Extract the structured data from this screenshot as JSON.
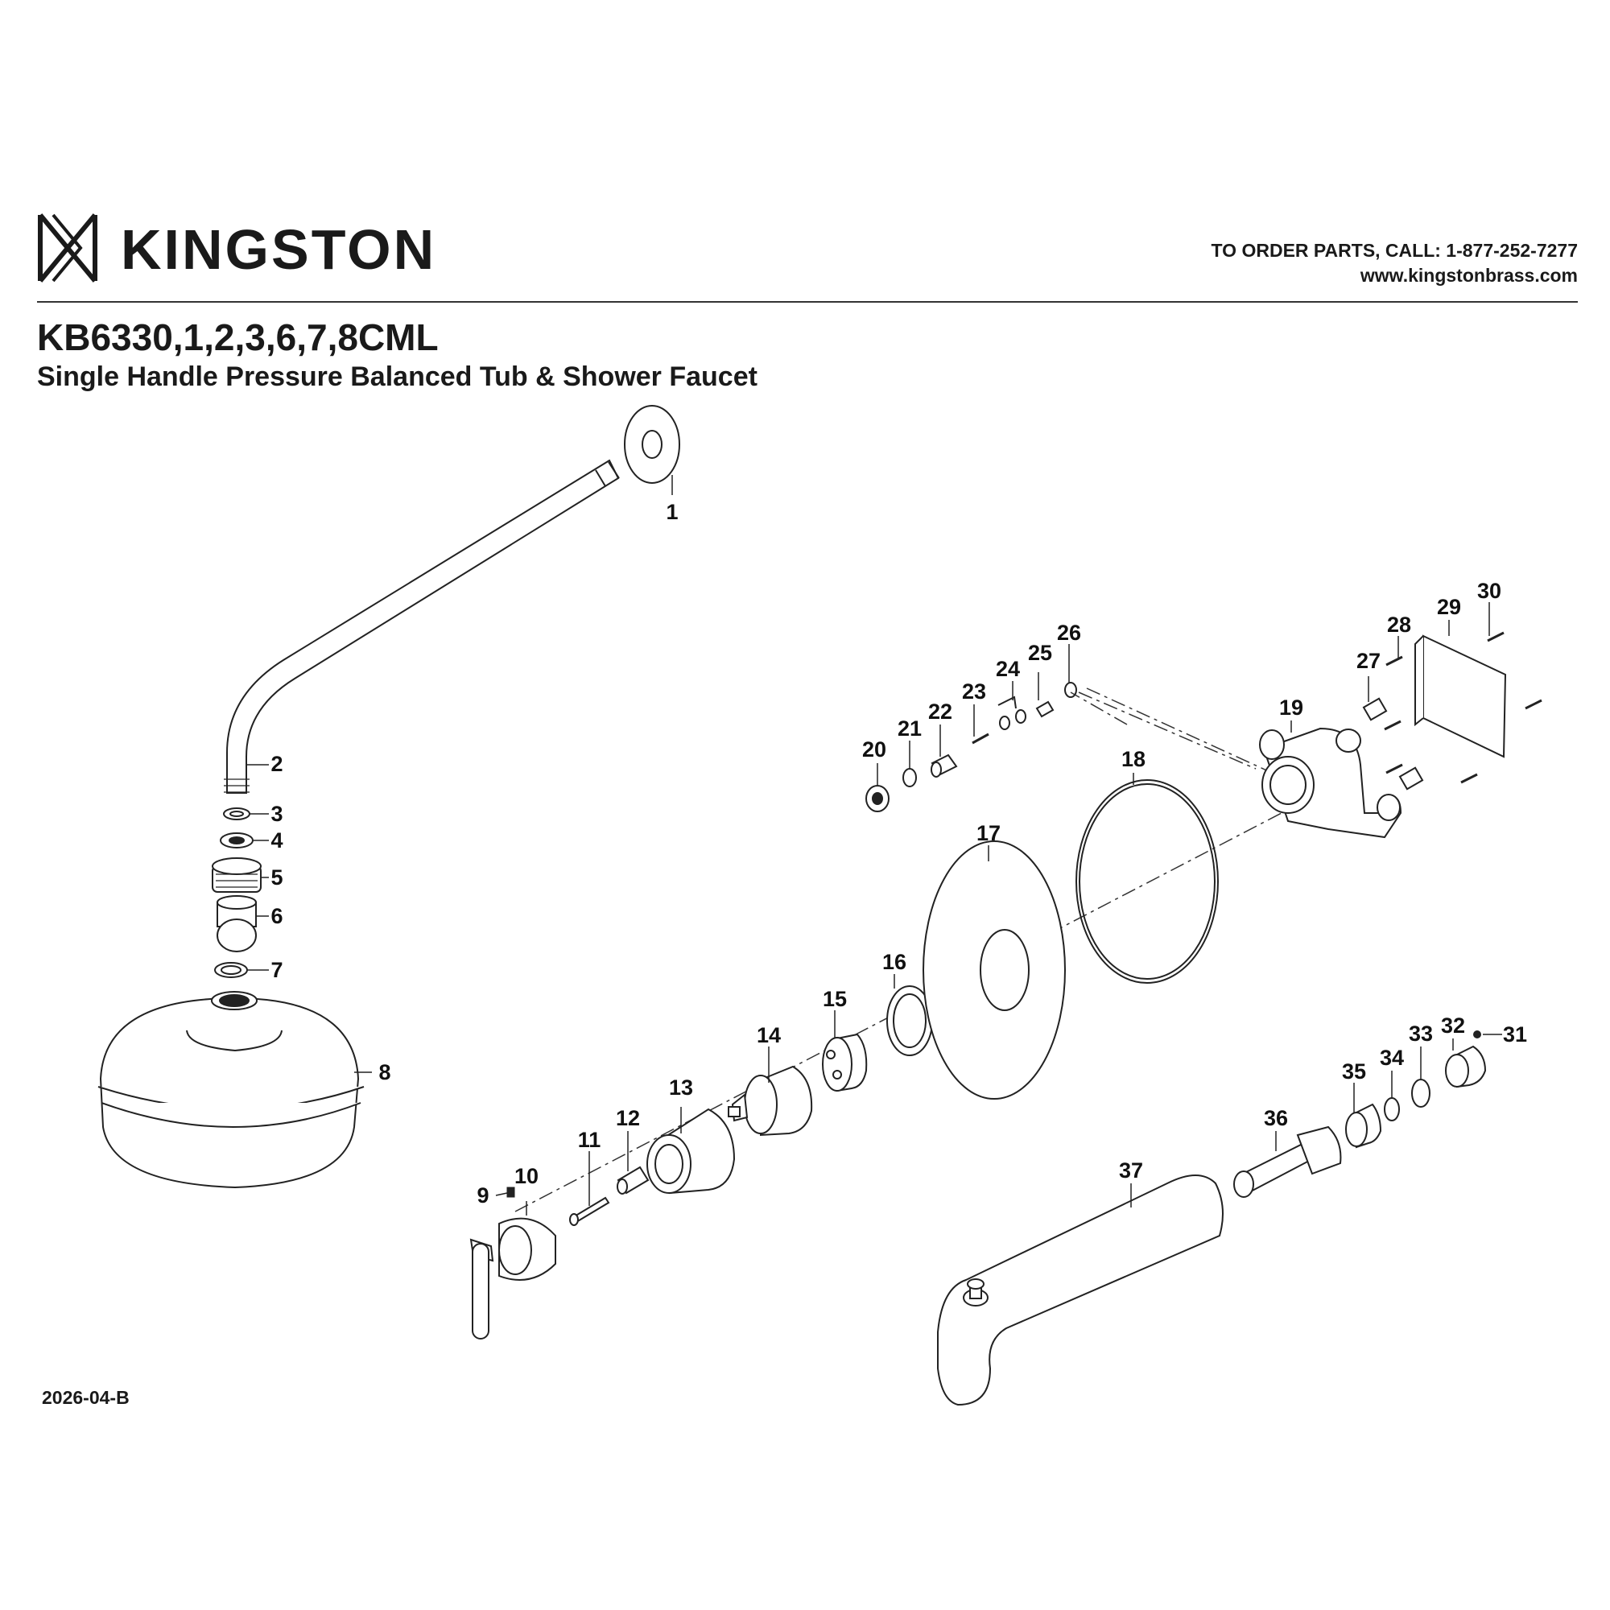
{
  "header": {
    "brand_name": "KINGSTON",
    "order_line": "TO ORDER PARTS, CALL: 1-877-252-7277",
    "website": "www.kingstonbrass.com"
  },
  "product": {
    "model": "KB6330,1,2,3,6,7,8CML",
    "description": "Single Handle Pressure Balanced Tub & Shower Faucet"
  },
  "footer": {
    "doc_code": "2026-04-B"
  },
  "diagram": {
    "callouts": [
      "1",
      "2",
      "3",
      "4",
      "5",
      "6",
      "7",
      "8",
      "9",
      "10",
      "11",
      "12",
      "13",
      "14",
      "15",
      "16",
      "17",
      "18",
      "19",
      "20",
      "21",
      "22",
      "23",
      "24",
      "25",
      "26",
      "27",
      "28",
      "29",
      "30",
      "31",
      "32",
      "33",
      "34",
      "35",
      "36",
      "37"
    ]
  }
}
